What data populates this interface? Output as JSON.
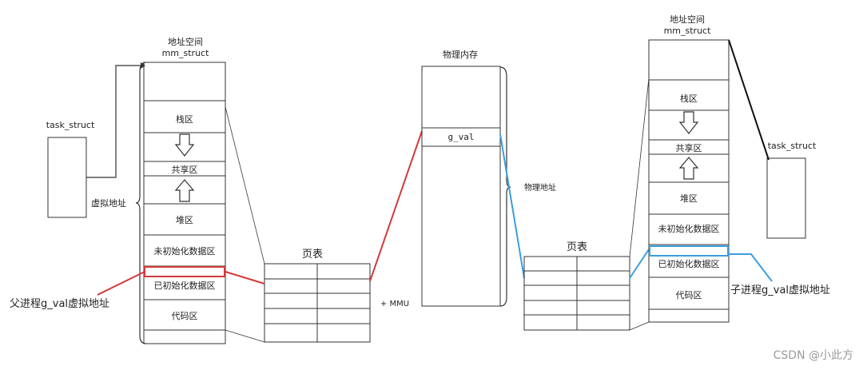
{
  "left": {
    "title_line1": "地址空间",
    "title_line2": "mm_struct",
    "task_struct": "task_struct",
    "virtual_addr": "虚拟地址",
    "segments": {
      "stack": "栈区",
      "shared": "共享区",
      "heap": "堆区",
      "bss": "未初始化数据区",
      "data": "已初始化数据区",
      "code": "代码区"
    },
    "var_label": "父进程g_val虚拟地址",
    "page_table": "页表"
  },
  "middle": {
    "title": "物理内存",
    "g_val": "g_val",
    "phys_addr": "物理地址",
    "mmu": "+ MMU"
  },
  "right": {
    "title_line1": "地址空间",
    "title_line2": "mm_struct",
    "task_struct": "task_struct",
    "segments": {
      "stack": "栈区",
      "shared": "共享区",
      "heap": "堆区",
      "bss": "未初始化数据区",
      "data": "已初始化数据区",
      "code": "代码区"
    },
    "var_label": "子进程g_val虚拟地址",
    "page_table": "页表"
  },
  "watermark": "CSDN @小此方",
  "colors": {
    "parent_mapping": "#d23a3a",
    "child_mapping": "#3a9ee0",
    "outline": "#333333"
  }
}
